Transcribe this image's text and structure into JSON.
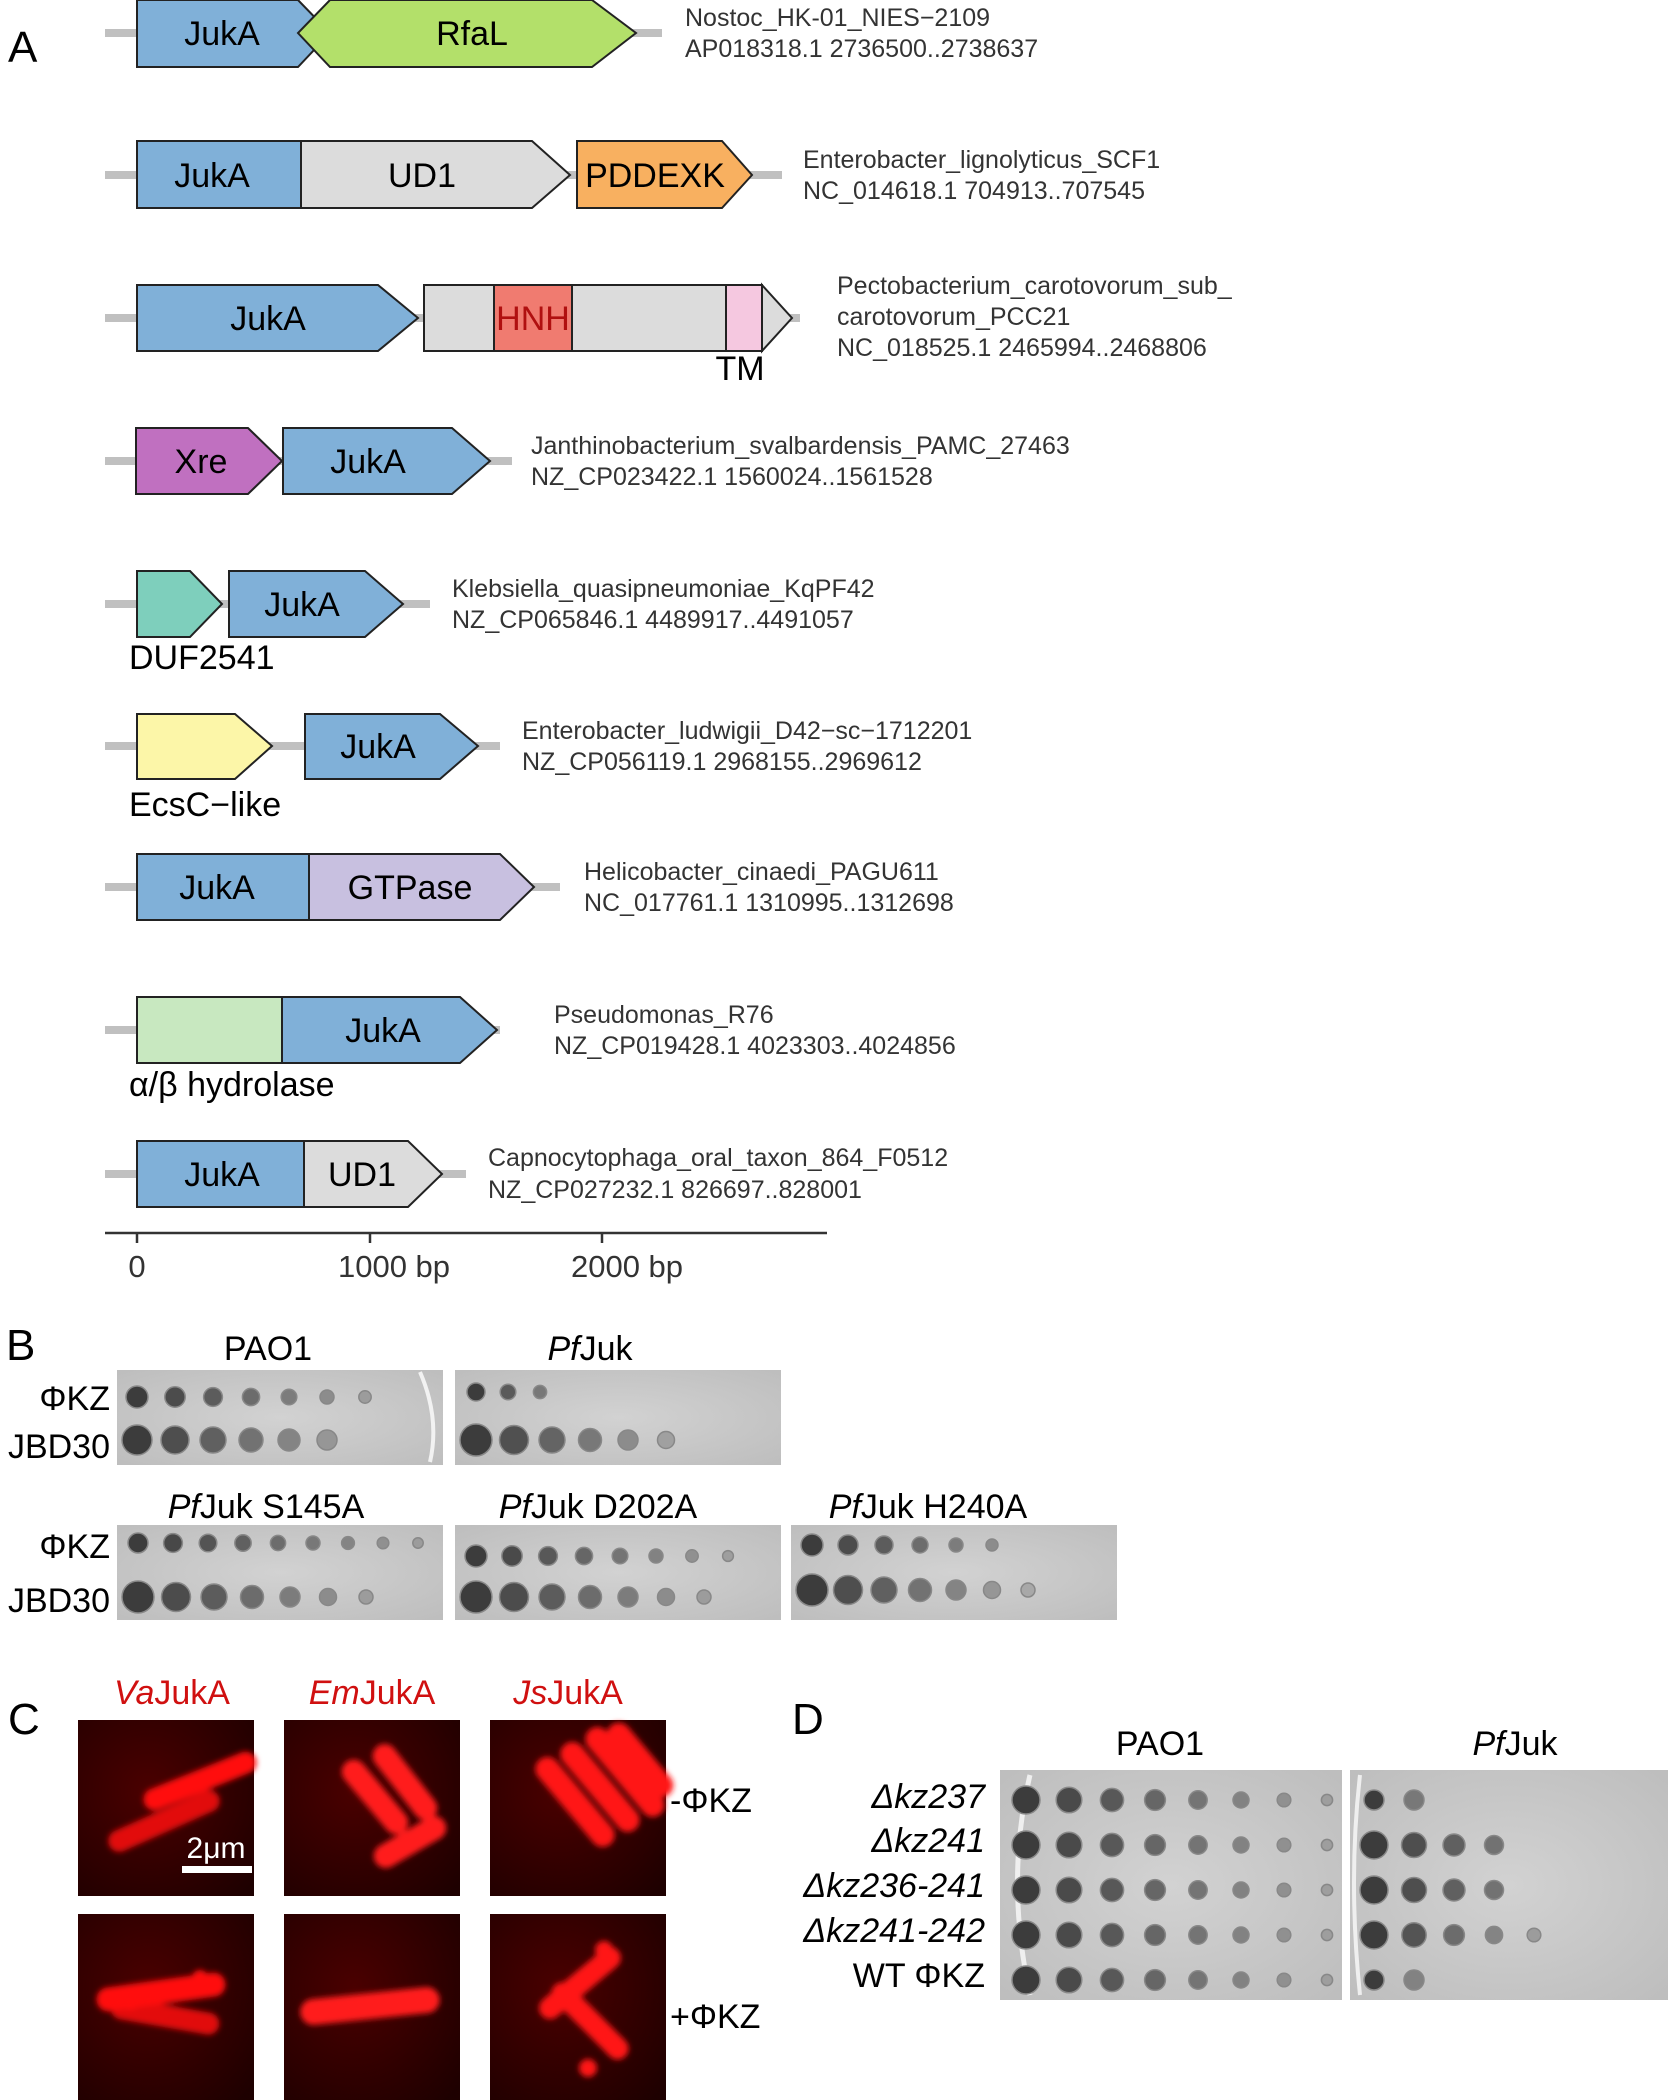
{
  "panel_labels": {
    "a": "A",
    "b": "B",
    "c": "C",
    "d": "D"
  },
  "loci": [
    {
      "org": "Nostoc_HK-01_NIES−2109",
      "acc": "AP018318.1 2736500..2738637",
      "genes": [
        {
          "label": "JukA",
          "color": "#80b0d8"
        },
        {
          "label": "RfaL",
          "color": "#b3e06a"
        }
      ]
    },
    {
      "org": "Enterobacter_lignolyticus_SCF1",
      "acc": "NC_014618.1 704913..707545",
      "genes": [
        {
          "label": "JukA",
          "color": "#80b0d8"
        },
        {
          "label": "UD1",
          "color": "#dcdcdc"
        },
        {
          "label": "PDDEXK",
          "color": "#f8b060"
        }
      ]
    },
    {
      "org": "Pectobacterium_carotovorum_sub_",
      "org2": "carotovorum_PCC21",
      "acc": "NC_018525.1 2465994..2468806",
      "genes": [
        {
          "label": "JukA",
          "color": "#80b0d8"
        },
        {
          "label": "HNH",
          "color": "#f07b70"
        },
        {
          "label": "TM",
          "color": "#f5c8e0"
        }
      ]
    },
    {
      "org": "Janthinobacterium_svalbardensis_PAMC_27463",
      "acc": "NZ_CP023422.1 1560024..1561528",
      "genes": [
        {
          "label": "Xre",
          "color": "#c070c0"
        },
        {
          "label": "JukA",
          "color": "#80b0d8"
        }
      ]
    },
    {
      "org": "Klebsiella_quasipneumoniae_KqPF42",
      "acc": "NZ_CP065846.1 4489917..4491057",
      "genes": [
        {
          "label": "DUF2541",
          "color": "#7ecfbc"
        },
        {
          "label": "JukA",
          "color": "#80b0d8"
        }
      ]
    },
    {
      "org": "Enterobacter_ludwigii_D42−sc−1712201",
      "acc": "NZ_CP056119.1 2968155..2969612",
      "genes": [
        {
          "label": "EcsC−like",
          "color": "#fcf6a8"
        },
        {
          "label": "JukA",
          "color": "#80b0d8"
        }
      ]
    },
    {
      "org": "Helicobacter_cinaedi_PAGU611",
      "acc": "NC_017761.1 1310995..1312698",
      "genes": [
        {
          "label": "JukA",
          "color": "#80b0d8"
        },
        {
          "label": "GTPase",
          "color": "#c8c0e0"
        }
      ]
    },
    {
      "org": "Pseudomonas_R76",
      "acc": "NZ_CP019428.1 4023303..4024856",
      "genes": [
        {
          "label": "α/β hydrolase",
          "color": "#c8e8c0"
        },
        {
          "label": "JukA",
          "color": "#80b0d8"
        }
      ]
    },
    {
      "org": "Capnocytophaga_oral_taxon_864_F0512",
      "acc": "NZ_CP027232.1 826697..828001",
      "genes": [
        {
          "label": "JukA",
          "color": "#80b0d8"
        },
        {
          "label": "UD1",
          "color": "#dcdcdc"
        }
      ]
    }
  ],
  "axis": {
    "ticks": [
      "0",
      "1000 bp",
      "2000 bp"
    ]
  },
  "panel_b": {
    "titles": {
      "pao1": "PAO1",
      "pfjuk_pre": "Pf",
      "pfjuk_post": "Juk",
      "s145a_pre": "Pf",
      "s145a_post": "Juk S145A",
      "d202a_pre": "Pf",
      "d202a_post": "Juk D202A",
      "h240a_pre": "Pf",
      "h240a_post": "Juk H240A"
    },
    "rows": [
      "ΦKZ",
      "JBD30"
    ]
  },
  "panel_c": {
    "headers": [
      {
        "pre": "Va",
        "post": "JukA"
      },
      {
        "pre": "Em",
        "post": "JukA"
      },
      {
        "pre": "Js",
        "post": "JukA"
      }
    ],
    "scale": "2μm",
    "conditions": [
      "-ΦKZ",
      "+ΦKZ"
    ]
  },
  "panel_d": {
    "headers": {
      "pao1": "PAO1",
      "pfjuk_pre": "Pf",
      "pfjuk_post": "Juk"
    },
    "rows": [
      "Δkz237",
      "Δkz241",
      "Δkz236-241",
      "Δkz241-242",
      "WT ΦKZ"
    ]
  }
}
